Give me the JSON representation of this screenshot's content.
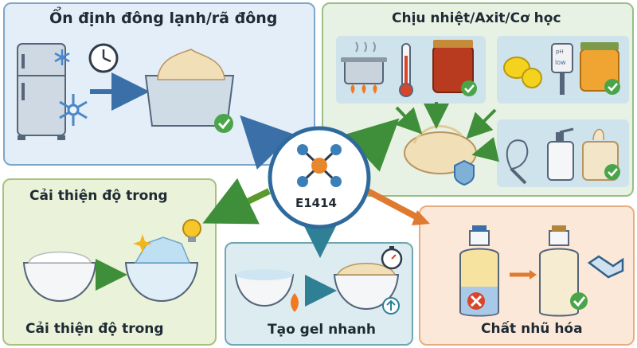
{
  "center": {
    "label": "E1414"
  },
  "panels": {
    "freeze": {
      "title": "Ổn định đông lạnh/rã đông"
    },
    "heat": {
      "title": "Chịu nhiệt/Axit/Cơ học",
      "ph_label": "pH",
      "ph_value": "low"
    },
    "clarity": {
      "top_title": "Cải thiện độ trong",
      "bottom_title": "Cải thiện độ trong"
    },
    "gel": {
      "title": "Tạo gel nhanh"
    },
    "emulsifier": {
      "title": "Chất nhũ hóa"
    }
  },
  "colors": {
    "freeze": "#3b6fa8",
    "heat": "#3f8f3a",
    "clarity": "#5a9a2a",
    "gel": "#2f7f95",
    "emulsifier": "#e07a30"
  }
}
